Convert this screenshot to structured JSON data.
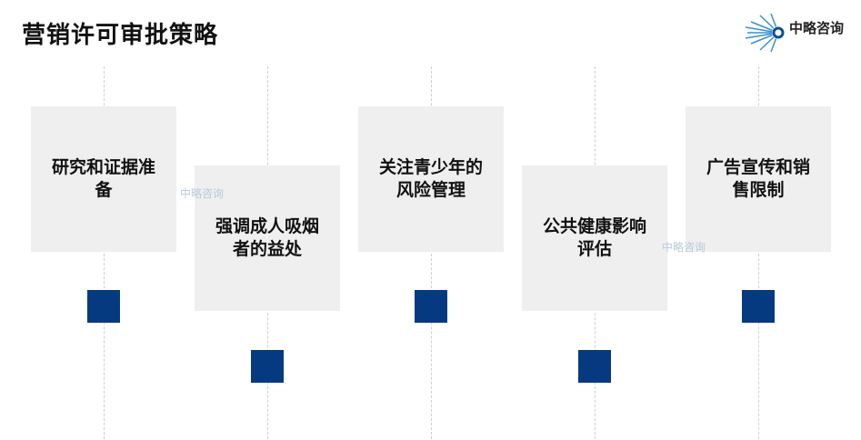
{
  "header": {
    "title": "营销许可审批策略"
  },
  "logo": {
    "name": "中略咨询"
  },
  "colors": {
    "accent": "#063a80",
    "card": "#efefef"
  },
  "steps": [
    {
      "label": "研究和证据准备"
    },
    {
      "label": "强调成人吸烟者的益处"
    },
    {
      "label": "关注青少年的风险管理"
    },
    {
      "label": "公共健康影响评估"
    },
    {
      "label": "广告宣传和销售限制"
    }
  ]
}
